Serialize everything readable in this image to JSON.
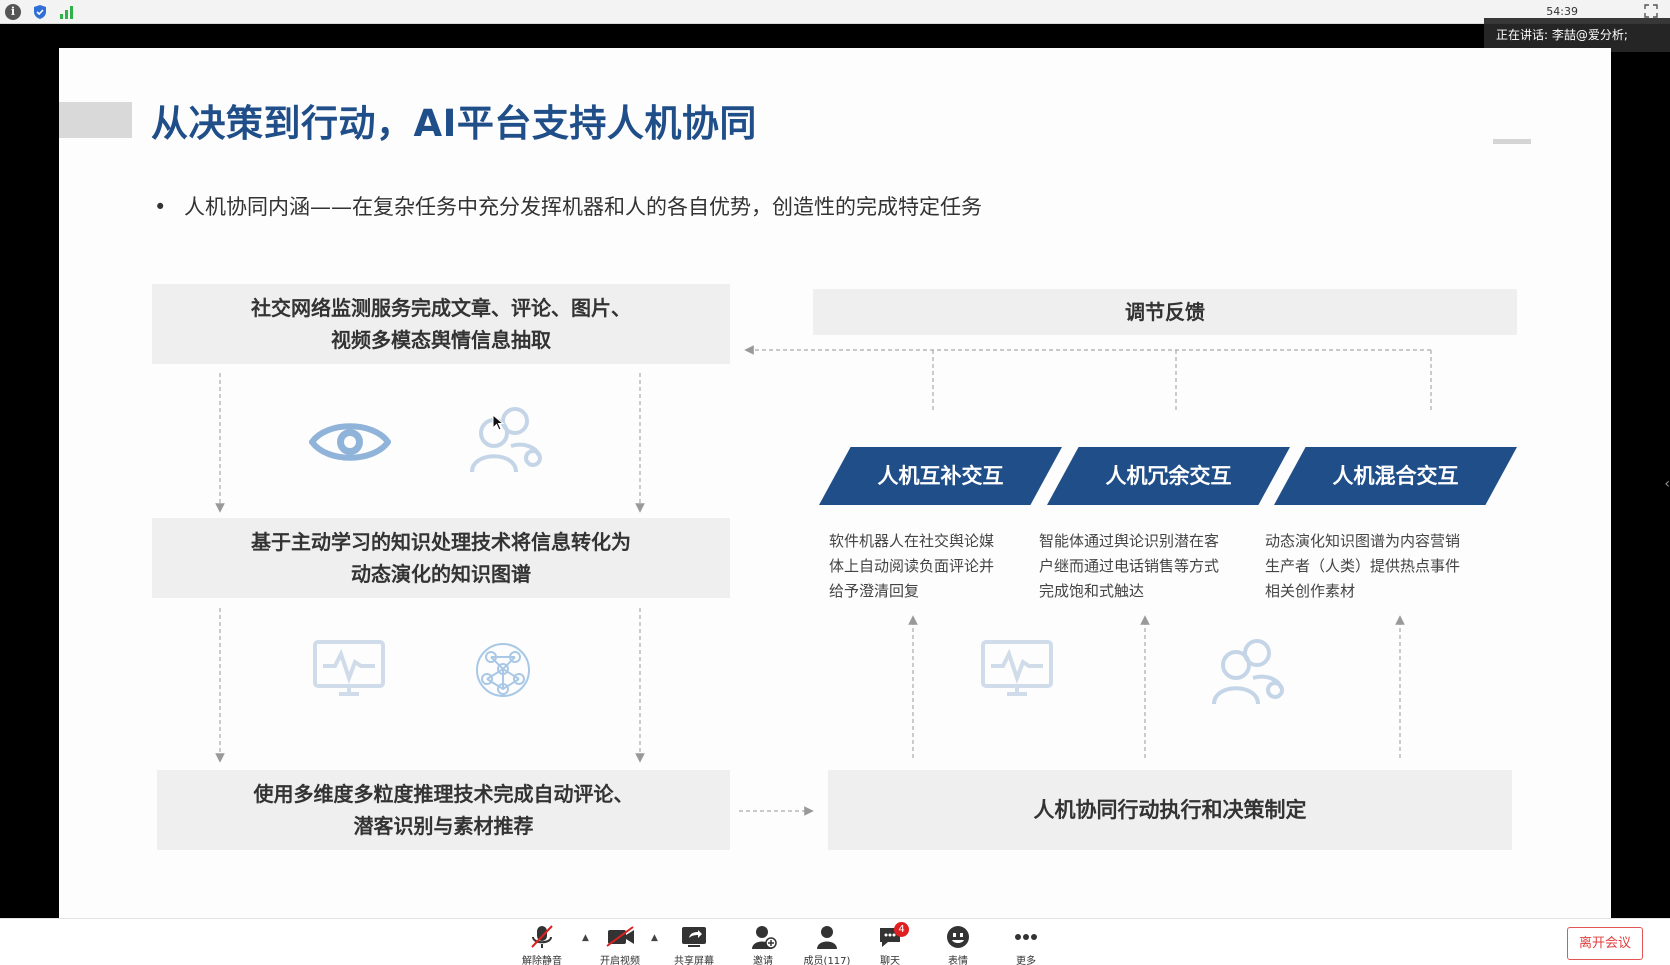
{
  "status": {
    "timer": "54:39",
    "speaker": "正在讲话: 李喆@爱分析;"
  },
  "slide": {
    "title": "从决策到行动，AI平台支持人机协同",
    "subtitle": "人机协同内涵——在复杂任务中充分发挥机器和人的各自优势，创造性的完成特定任务",
    "bullet": "•",
    "left_boxes": {
      "extract": [
        "社交网络监测服务完成文章、评论、图片、",
        "视频多模态舆情信息抽取"
      ],
      "knowledge": [
        "基于主动学习的知识处理技术将信息转化为",
        "动态演化的知识图谱"
      ],
      "reasoning": [
        "使用多维度多粒度推理技术完成自动评论、",
        "潜客识别与素材推荐"
      ]
    },
    "feedback": "调节反馈",
    "modes": [
      {
        "label": "人机互补交互",
        "desc": [
          "软件机器人在社交舆论媒",
          "体上自动阅读负面评论并",
          "给予澄清回复"
        ]
      },
      {
        "label": "人机冗余交互",
        "desc": [
          "智能体通过舆论识别潜在客",
          "户继而通过电话销售等方式",
          "完成饱和式触达"
        ]
      },
      {
        "label": "人机混合交互",
        "desc": [
          "动态演化知识图谱为内容营销",
          "生产者（人类）提供热点事件",
          "相关创作素材"
        ]
      }
    ],
    "execute": "人机协同行动执行和决策制定"
  },
  "toolbar": {
    "unmute": "解除静音",
    "video": "开启视频",
    "share": "共享屏幕",
    "invite": "邀请",
    "members": "成员(117)",
    "chat": "聊天",
    "chat_badge": "4",
    "emoji": "表情",
    "more": "更多",
    "leave": "离开会议"
  },
  "colors": {
    "accent": "#1f4e89",
    "icon_blue": "#8fb3d9",
    "leave_red": "#e03e3e"
  }
}
